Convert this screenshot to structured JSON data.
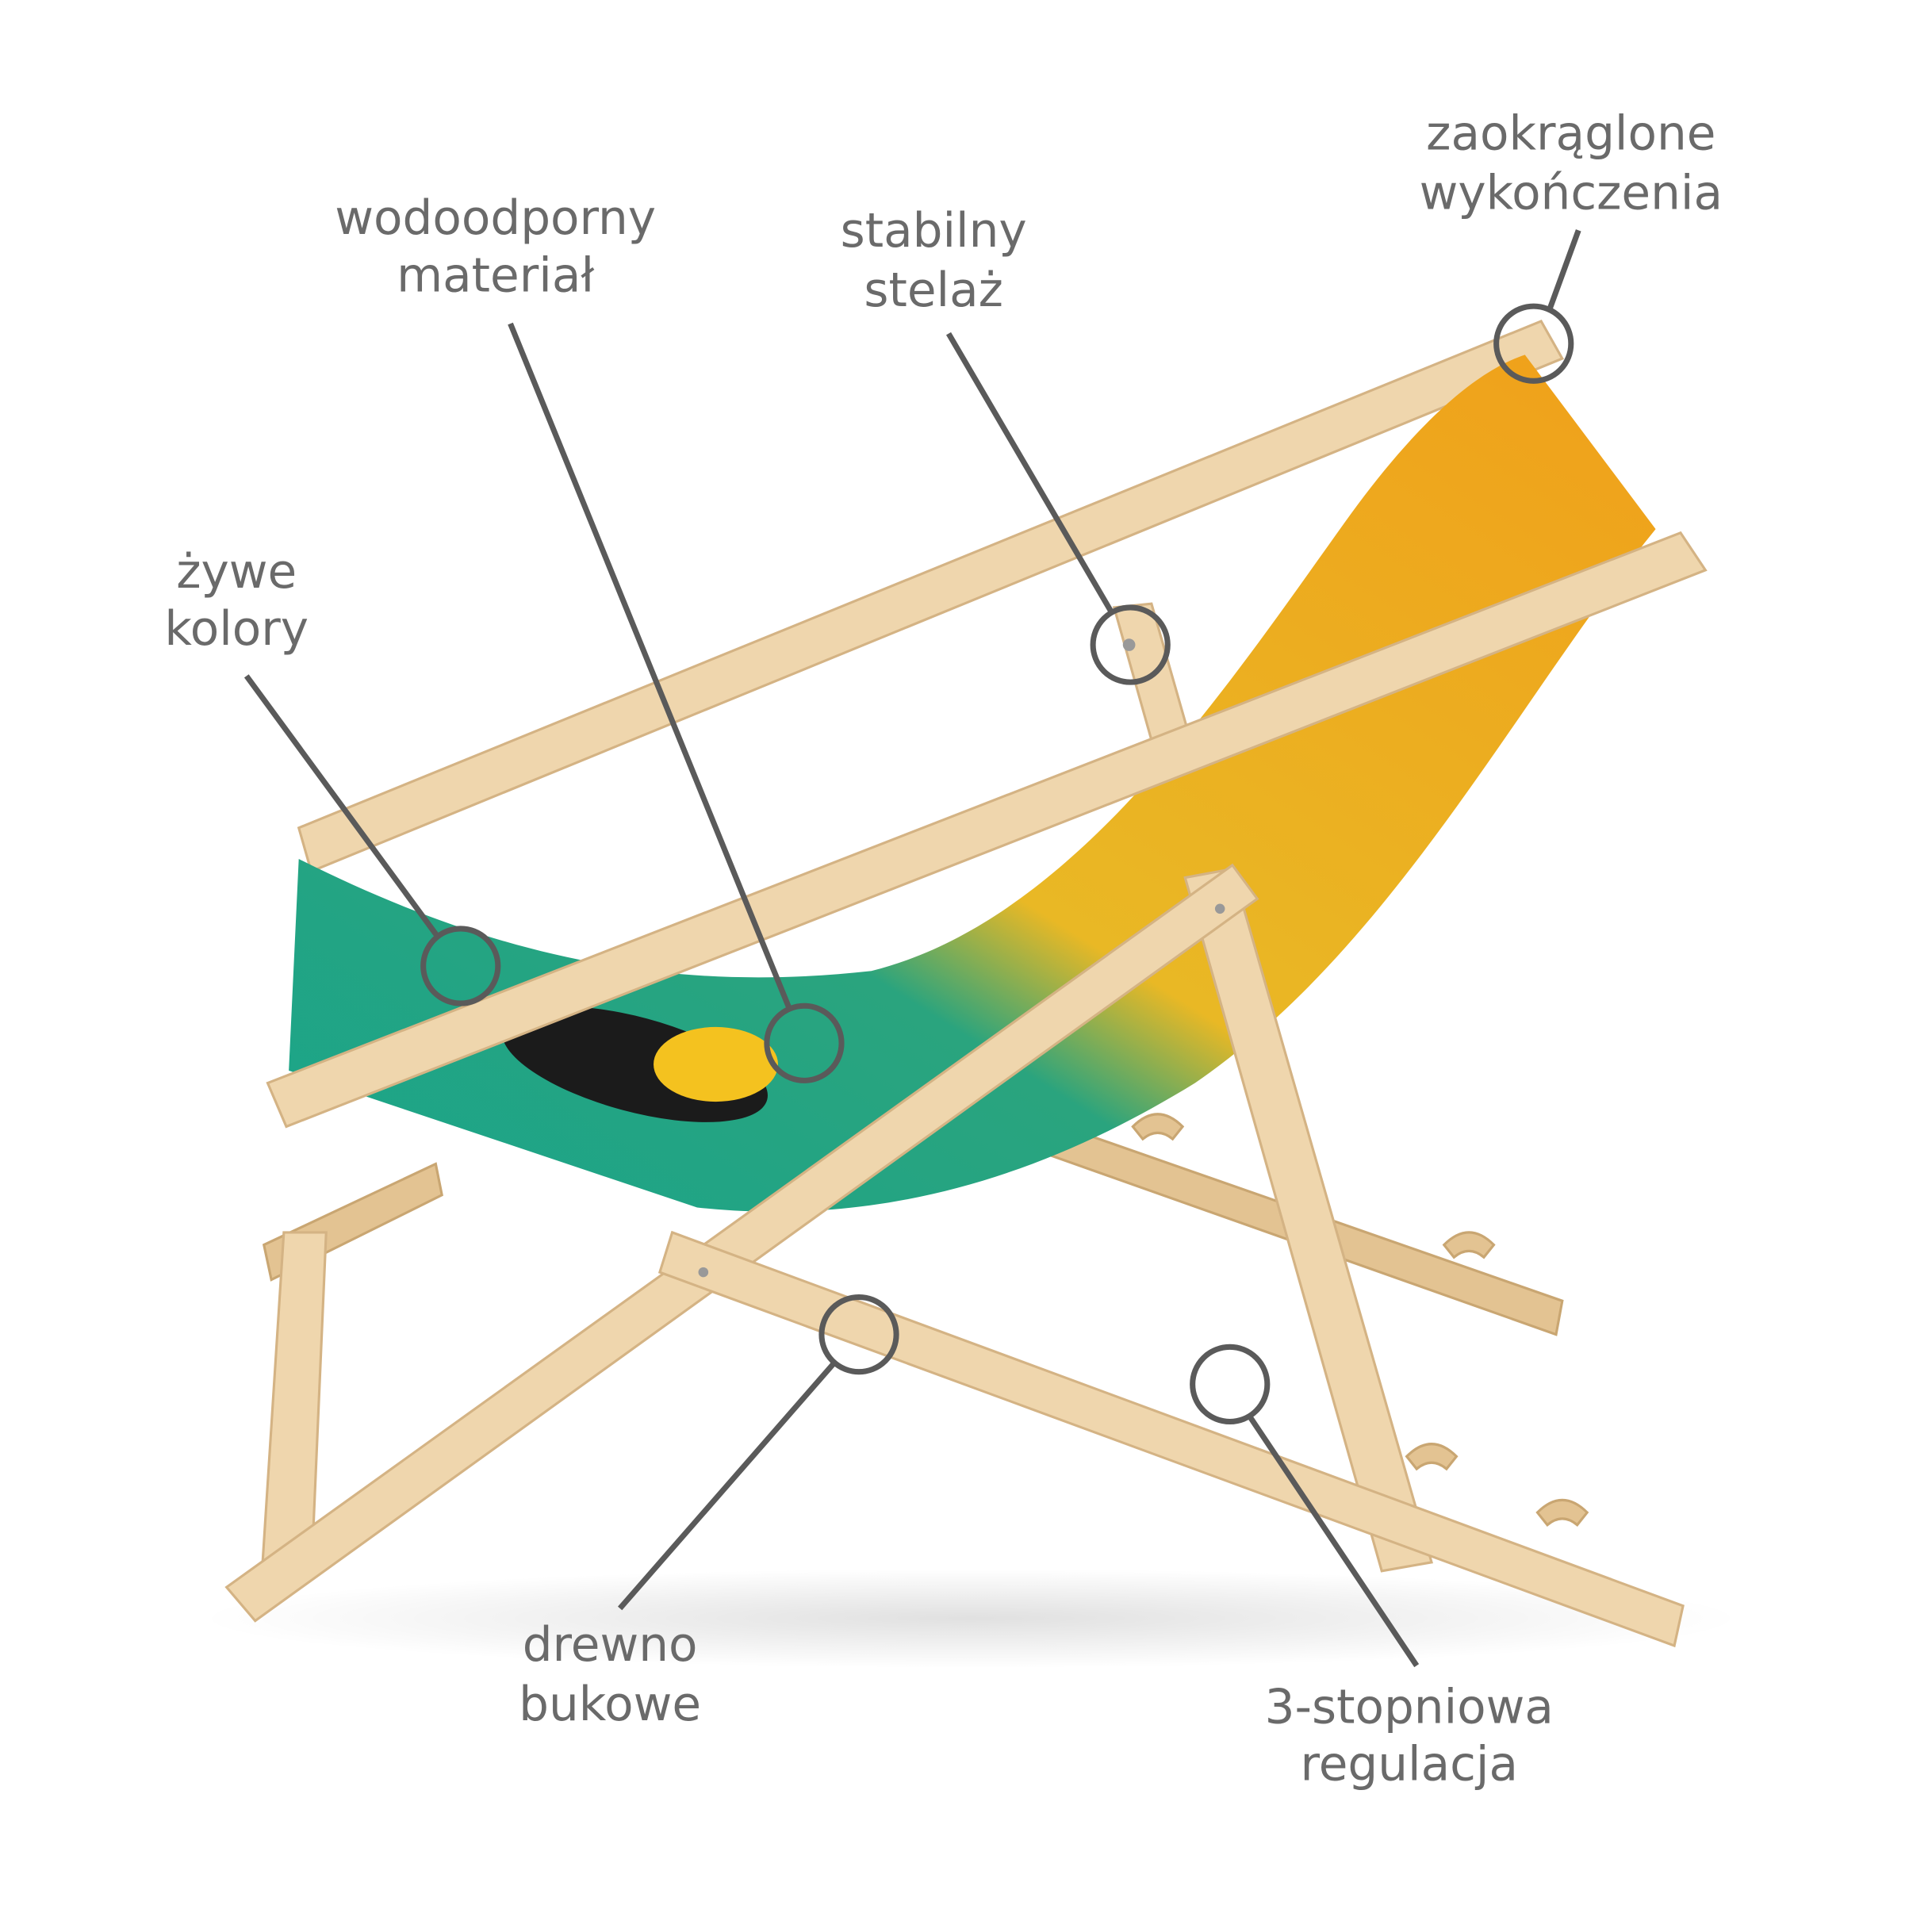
{
  "features": [
    {
      "id": "rounded-finish",
      "line1": "zaokrąglone",
      "line2": "wykończenia"
    },
    {
      "id": "waterproof-material",
      "line1": "wodoodporny",
      "line2": "materiał"
    },
    {
      "id": "stable-frame",
      "line1": "stabilny",
      "line2": "stelaż"
    },
    {
      "id": "vivid-colors",
      "line1": "żywe",
      "line2": "kolory"
    },
    {
      "id": "beech-wood",
      "line1": "drewno",
      "line2": "bukowe"
    },
    {
      "id": "adjustment",
      "line1": "3-stopniowa",
      "line2": "regulacja"
    }
  ],
  "colors": {
    "wood": "#efd6ad",
    "fabric_green": "#1aa58a",
    "fabric_yellow": "#f2b51c",
    "fabric_orange": "#f0a21a",
    "text": "#6a6a6a"
  }
}
